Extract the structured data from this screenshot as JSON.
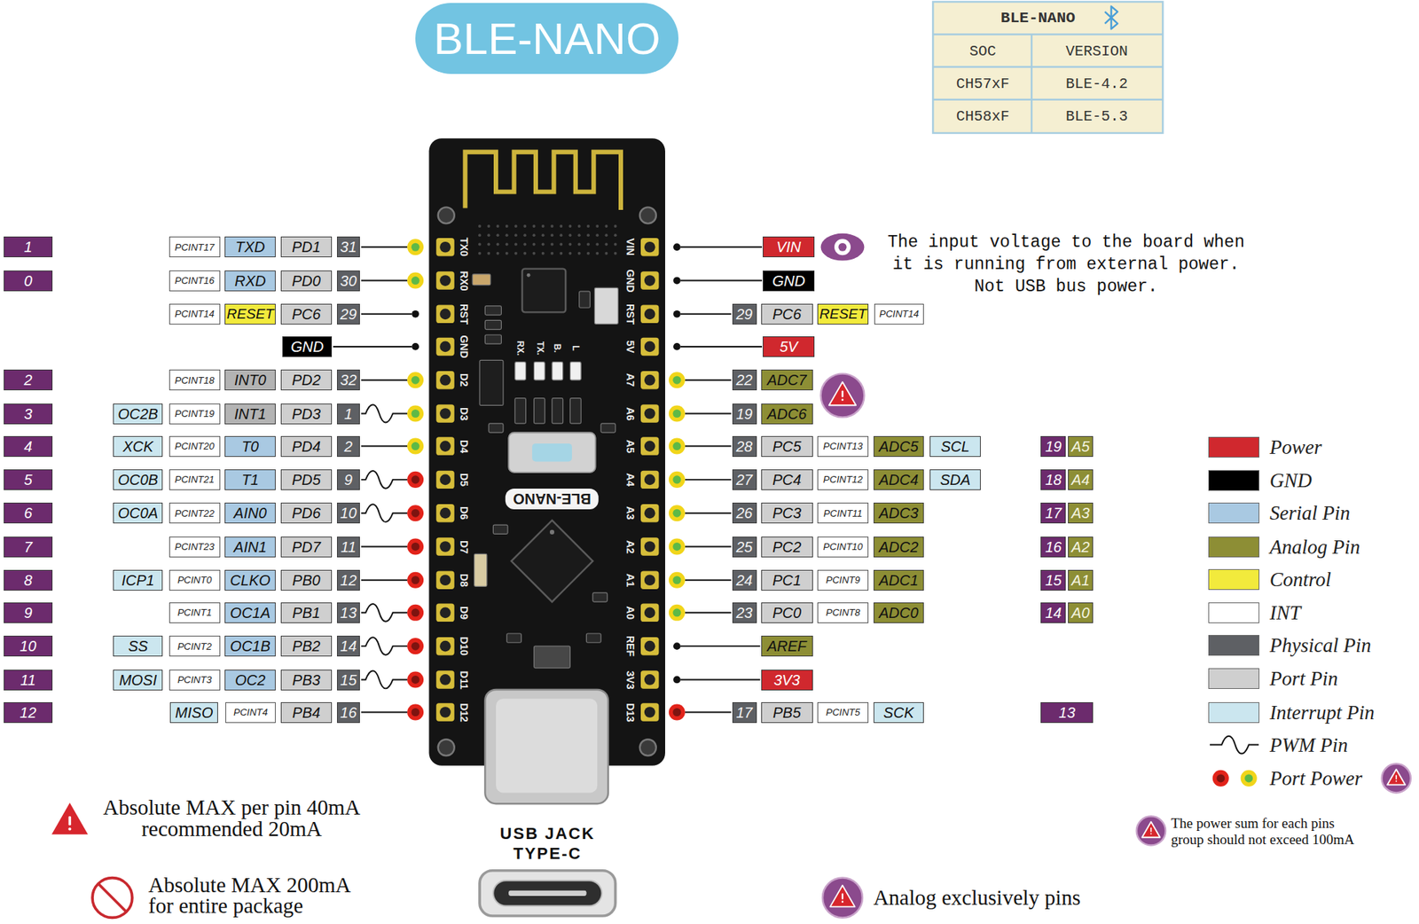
{
  "diagram": {
    "title": "BLE-NANO",
    "labels": [
      "BLE-NANO",
      "SOC",
      "VERSION",
      "CH57xF",
      "BLE-4.2",
      "CH58xF",
      "BLE-5.3",
      "1",
      "PCINT17",
      "TXD",
      "PD1",
      "31",
      "0",
      "PCINT16",
      "RXD",
      "PD0",
      "30",
      "PCINT14",
      "RESET",
      "PC6",
      "29",
      "GND",
      "2",
      "PCINT18",
      "INT0",
      "PD2",
      "32",
      "3",
      "OC2B",
      "PCINT19",
      "INT1",
      "PD3",
      "1",
      "4",
      "XCK",
      "PCINT20",
      "T0",
      "PD4",
      "2",
      "5",
      "OC0B",
      "PCINT21",
      "T1",
      "PD5",
      "9",
      "6",
      "OC0A",
      "PCINT22",
      "AIN0",
      "PD6",
      "10",
      "7",
      "PCINT23",
      "AIN1",
      "PD7",
      "11",
      "8",
      "ICP1",
      "PCINT0",
      "CLKO",
      "PB0",
      "12",
      "9",
      "PCINT1",
      "OC1A",
      "PB1",
      "13",
      "10",
      "SS",
      "PCINT2",
      "OC1B",
      "PB2",
      "14",
      "11",
      "MOSI",
      "PCINT3",
      "OC2",
      "PB3",
      "15",
      "12",
      "MISO",
      "PCINT4",
      "PB4",
      "16",
      "VIN",
      "GND",
      "29",
      "PC6",
      "RESET",
      "PCINT14",
      "5V",
      "22",
      "ADC7",
      "19",
      "ADC6",
      "28",
      "PC5",
      "PCINT13",
      "ADC5",
      "SCL",
      "19",
      "A5",
      "27",
      "PC4",
      "PCINT12",
      "ADC4",
      "SDA",
      "18",
      "A4",
      "26",
      "PC3",
      "PCINT11",
      "ADC3",
      "17",
      "A3",
      "25",
      "PC2",
      "PCINT10",
      "ADC2",
      "16",
      "A2",
      "24",
      "PC1",
      "PCINT9",
      "ADC1",
      "15",
      "A1",
      "23",
      "PC0",
      "PCINT8",
      "ADC0",
      "14",
      "A0",
      "AREF",
      "3V3",
      "17",
      "PB5",
      "PCINT5",
      "SCK",
      "13",
      "The input voltage to the board when it is running from external power. Not USB bus power.",
      "TX0",
      "RX0",
      "RST",
      "GND",
      "D2",
      "D3",
      "D4",
      "D5",
      "D6",
      "D7",
      "D8",
      "D9",
      "D10",
      "D11",
      "D12",
      "VIN",
      "GND",
      "RST",
      "5V",
      "A7",
      "A6",
      "A5",
      "A4",
      "A3",
      "A2",
      "A1",
      "A0",
      "REF",
      "3V3",
      "D13",
      "RX.",
      "TX.",
      "B.",
      "L",
      "BLE-NANO",
      "USB JACK TYPE-C",
      "Absolute MAX per pin 40mA recommended 20mA",
      "Absolute MAX 200mA for entire package",
      "Analog exclusively pins",
      "The power sum for each pins group should not exceed 100mA"
    ],
    "legend": [
      {
        "text": "Power",
        "color": "#d0282e"
      },
      {
        "text": "GND",
        "color": "#000000"
      },
      {
        "text": "Serial Pin",
        "color": "#a9c9e2"
      },
      {
        "text": "Analog Pin",
        "color": "#8d8e35"
      },
      {
        "text": "Control",
        "color": "#f2ea3c"
      },
      {
        "text": "INT",
        "color": "#ffffff"
      },
      {
        "text": "Physical Pin",
        "color": "#5e6064"
      },
      {
        "text": "Port Pin",
        "color": "#cfcfcf"
      },
      {
        "text": "Interrupt Pin",
        "color": "#cbe6ef"
      },
      {
        "text": "PWM Pin"
      },
      {
        "text": "Port Power"
      }
    ]
  }
}
